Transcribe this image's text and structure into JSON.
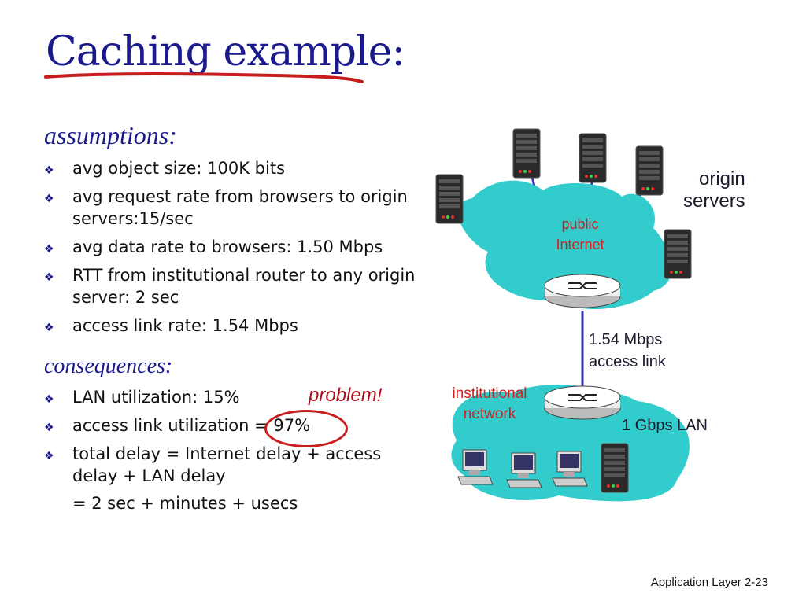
{
  "title": "Caching example:",
  "assumptions": {
    "heading": "assumptions:",
    "items": [
      "avg object size: 100K bits",
      "avg request rate from browsers to origin servers:15/sec",
      "avg data rate to browsers: 1.50 Mbps",
      "RTT from institutional router to any origin server: 2 sec",
      "access link rate: 1.54 Mbps"
    ]
  },
  "consequences": {
    "heading": "consequences:",
    "items": [
      "LAN utilization: 15%",
      "access link utilization = 97%",
      "total delay   = Internet delay + access delay + LAN delay"
    ],
    "continuation": "=  2 sec + minutes + usecs",
    "problem_label": "problem!"
  },
  "diagram": {
    "origin_servers_label_line1": "origin",
    "origin_servers_label_line2": "servers",
    "public_internet_line1": "public",
    "public_internet_line2": "Internet",
    "access_link_line1": "1.54 Mbps",
    "access_link_line2": "access link",
    "institutional_line1": "institutional",
    "institutional_line2": "network",
    "lan_label": "1 Gbps LAN",
    "colors": {
      "cloud": "#33cccc",
      "link": "#3333aa",
      "label_red": "#cc2222",
      "label_dark": "#1a1a2e"
    }
  },
  "footer": {
    "text": "Application Layer",
    "page": "2-23"
  }
}
